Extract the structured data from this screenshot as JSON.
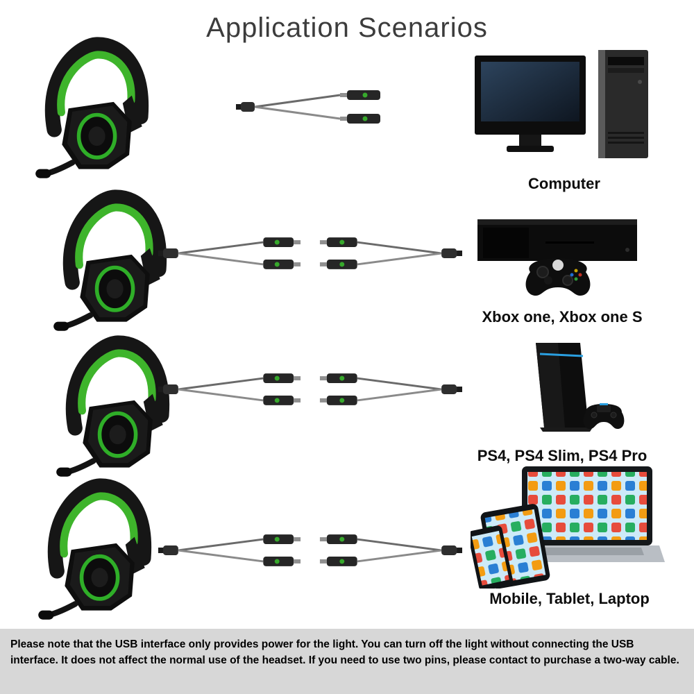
{
  "title": "Application Scenarios",
  "rows": [
    {
      "headset_image": "gaming-headset-green",
      "cable_image": "y-splitter-cable",
      "device_image": "desktop-computer",
      "device_label": "Computer"
    },
    {
      "headset_image": "gaming-headset-green",
      "cable_image": "splitter-extension-cable",
      "device_image": "xbox-one-console-with-controller",
      "device_label": "Xbox one, Xbox one S"
    },
    {
      "headset_image": "gaming-headset-green",
      "cable_image": "splitter-extension-cable",
      "device_image": "ps4-console-with-controller",
      "device_label": "PS4, PS4 Slim, PS4 Pro"
    },
    {
      "headset_image": "gaming-headset-green",
      "cable_image": "splitter-extension-cable",
      "device_image": "laptop-tablet-phone",
      "device_label": "Mobile, Tablet, Laptop"
    }
  ],
  "note": "Please note that the USB interface only provides power for the light. You can turn off the light without connecting the USB interface. It does not affect the normal use of the headset. If you need to use two pins, please contact to purchase a two-way cable.",
  "colors": {
    "headset_accent": "#3eb42b",
    "led_blue": "#2a9fe0",
    "note_background": "#d7d7d7",
    "background": "#ffffff"
  }
}
